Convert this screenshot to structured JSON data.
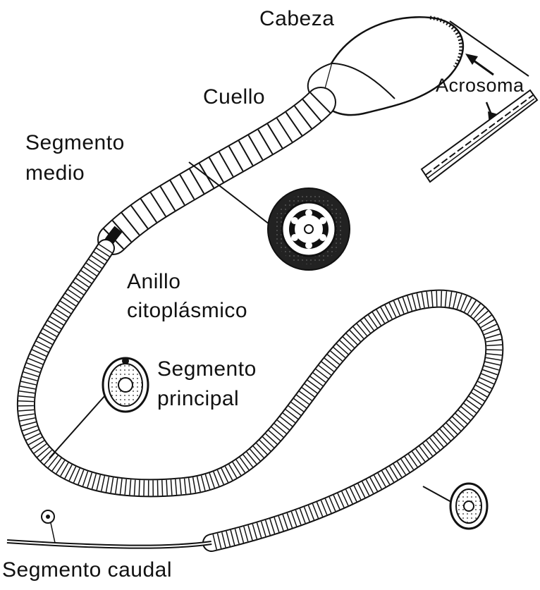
{
  "labels": {
    "cabeza": "Cabeza",
    "acrosoma": "Acrosoma",
    "cuello": "Cuello",
    "segmento_medio_1": "Segmento",
    "segmento_medio_2": "medio",
    "anillo_1": "Anillo",
    "anillo_2": "citoplásmico",
    "segmento_principal_1": "Segmento",
    "segmento_principal_2": "principal",
    "segmento_caudal": "Segmento caudal"
  },
  "colors": {
    "ink": "#111111",
    "background": "#ffffff"
  }
}
